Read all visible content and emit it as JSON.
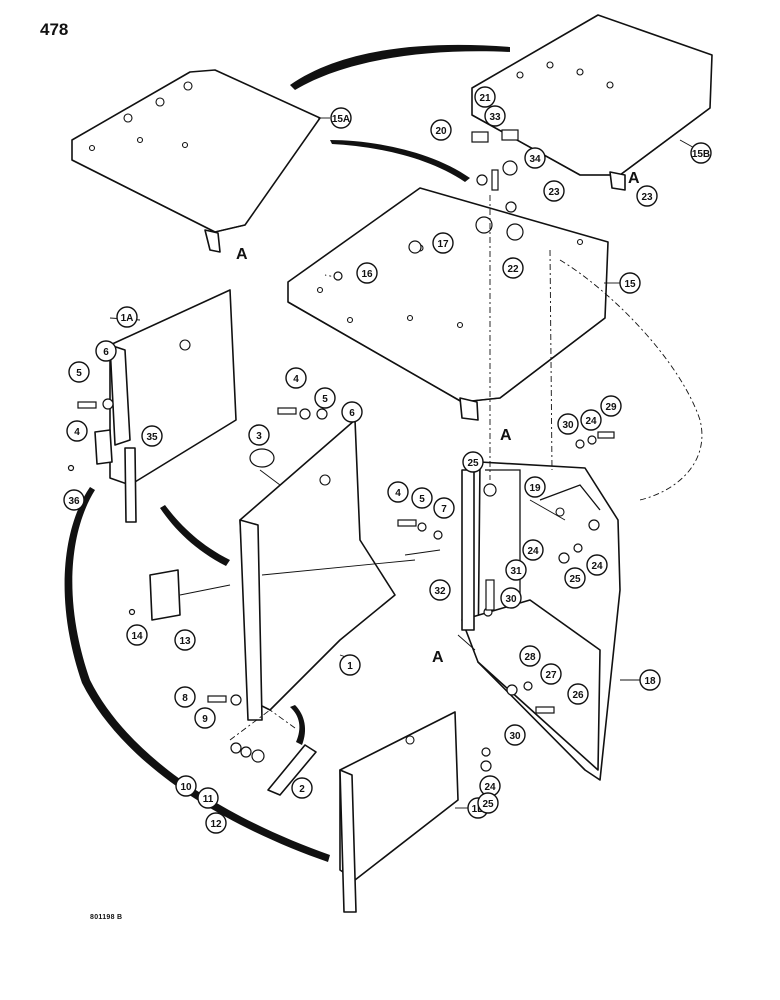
{
  "page_number": "478",
  "document_code": "801198 B",
  "reference_labels": [
    "A",
    "A",
    "A",
    "A"
  ],
  "callouts": [
    "1",
    "1A",
    "1B",
    "2",
    "3",
    "4",
    "4",
    "4",
    "5",
    "5",
    "5",
    "6",
    "6",
    "7",
    "8",
    "9",
    "10",
    "11",
    "12",
    "13",
    "14",
    "15",
    "15A",
    "15B",
    "16",
    "17",
    "18",
    "19",
    "20",
    "21",
    "22",
    "23",
    "23",
    "24",
    "24",
    "24",
    "24",
    "25",
    "25",
    "25",
    "26",
    "27",
    "28",
    "29",
    "30",
    "30",
    "30",
    "31",
    "32",
    "33",
    "34",
    "35",
    "36"
  ]
}
